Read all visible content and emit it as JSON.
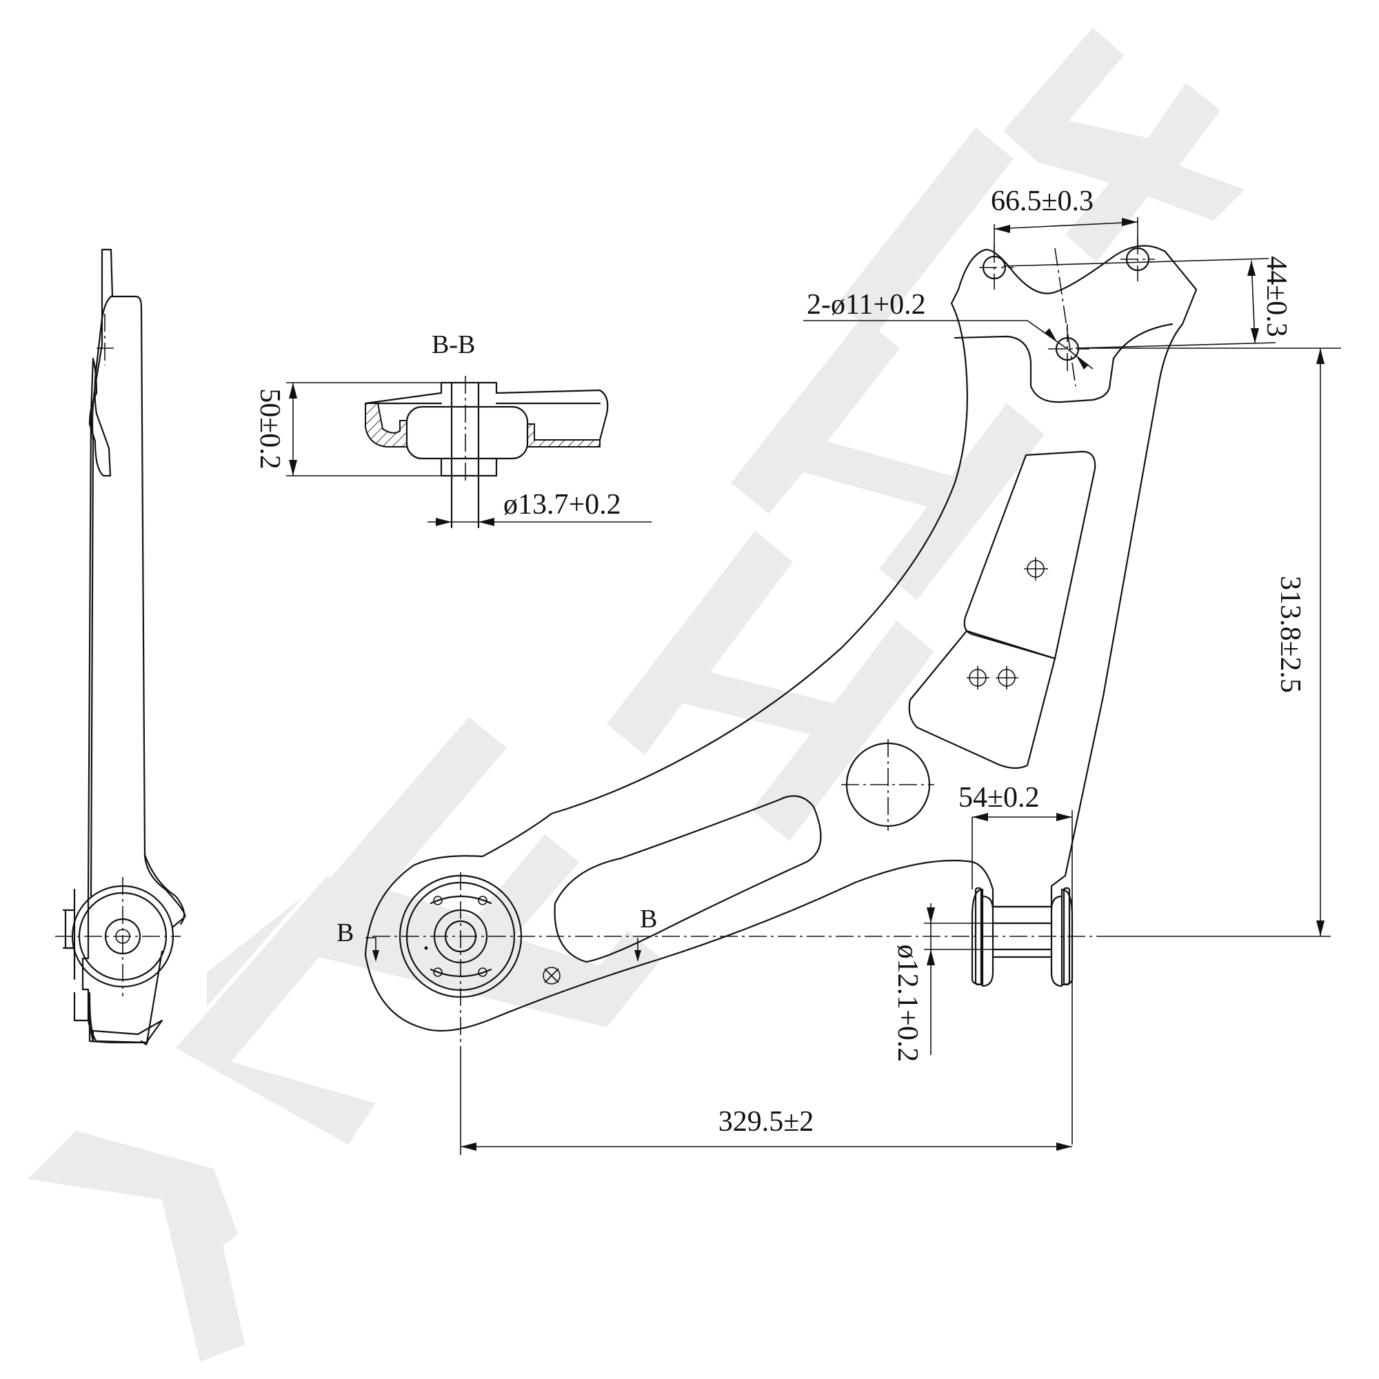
{
  "watermark": {
    "text": "ZENNIX",
    "color": "#ebebeb"
  },
  "section": {
    "title": "B-B",
    "height_dim": "50±0.2",
    "bore_dim": "ø13.7+0.2"
  },
  "dimensions": {
    "hole_spacing": "66.5±0.3",
    "hole_offset": "44±0.3",
    "holes": "2-ø11+0.2",
    "height": "313.8±2.5",
    "bushing_width": "54±0.2",
    "bushing_bore": "ø12.1+0.2",
    "length": "329.5±2"
  },
  "section_markers": {
    "left": "B",
    "right": "B"
  }
}
